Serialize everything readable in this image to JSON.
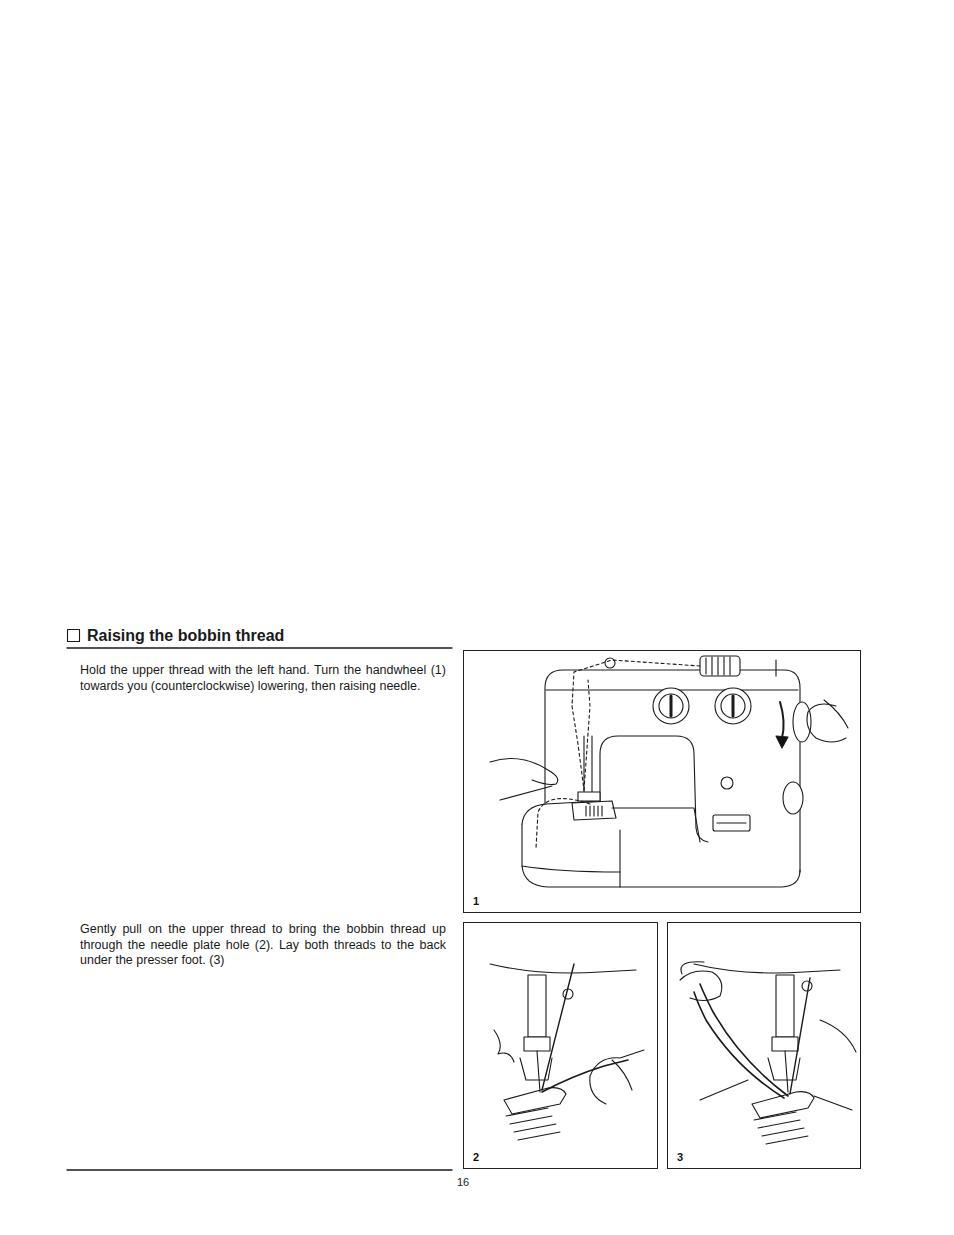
{
  "diagram": {
    "title": "Raising the bobbin thread",
    "nodes": [
      {
        "text": [
          "1"
        ]
      },
      {
        "text": [
          "2"
        ]
      },
      {
        "text": [
          "3"
        ]
      }
    ],
    "labels": [
      "Hold the upper thread with the left hand. Turn the handwheel (1) towards you (counterclockwise) lowering, then raising needle.",
      "Gently pull on the upper thread to bring the bobbin thread up through the needle plate hole (2). Lay both threads to the back under the presser foot. (3)",
      "16"
    ]
  }
}
